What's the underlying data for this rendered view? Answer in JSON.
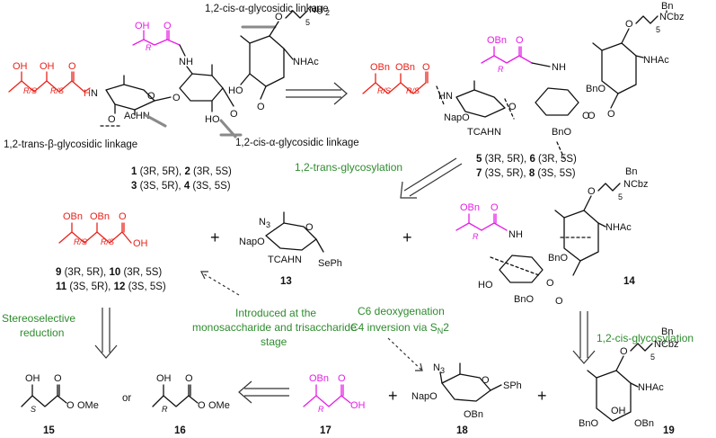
{
  "linkages": {
    "top": "1,2-cis-α-glycosidic linkage",
    "bottom_left": "1,2-trans-β-glycosidic linkage",
    "bottom_right": "1,2-cis-α-glycosidic linkage"
  },
  "atoms": {
    "OH": "OH",
    "NH": "N",
    "H": "H",
    "O": "O",
    "NH2": "NH",
    "two": "2",
    "five": "5",
    "NHAc": "NHAc",
    "AcHN": "AcHN",
    "HO": "HO",
    "OBn": "OBn",
    "BnO": "BnO",
    "Bn": "Bn",
    "NCbz": "NCbz",
    "NapO": "NapO",
    "TCAHN": "TCAHN",
    "N3": "N",
    "three": "3",
    "SePh": "SePh",
    "SPh": "SPh",
    "OMe": "OMe",
    "stereo_RS": "R/S",
    "stereo_R": "R",
    "stereo_S": "S",
    "or": "or",
    "plus": "+"
  },
  "compounds_top_left": {
    "line1": {
      "n1": "1",
      "c1": " (3R, 5R), ",
      "n2": "2",
      "c2": " (3R, 5S)"
    },
    "line2": {
      "n1": "3",
      "c1": " (3S, 5R), ",
      "n2": "4",
      "c2": " (3S, 5S)"
    }
  },
  "compounds_top_right": {
    "line1": {
      "n1": "5",
      "c1": " (3R, 5R), ",
      "n2": "6",
      "c2": " (3R, 5S)"
    },
    "line2": {
      "n1": "7",
      "c1": " (3S, 5R), ",
      "n2": "8",
      "c2": " (3S, 5S)"
    }
  },
  "compounds_mid_left": {
    "line1": {
      "n1": "9",
      "c1": " (3R, 5R), ",
      "n2": "10",
      "c2": " (3R, 5S)"
    },
    "line2": {
      "n1": "11",
      "c1": " (3S, 5R), ",
      "n2": "12",
      "c2": " (3S, 5S)"
    }
  },
  "numbers": {
    "c13": "13",
    "c14": "14",
    "c15": "15",
    "c16": "16",
    "c17": "17",
    "c18": "18",
    "c19": "19"
  },
  "steps": {
    "trans_glycosylation": "1,2-trans-glycosylation",
    "cis_glycosylation": "1,2-cis-glycosylation",
    "stereoselective_line1": "Stereoselective",
    "stereoselective_line2": "reduction",
    "introduced_line1": "Introduced at the",
    "introduced_line2": "monosaccharide and trisaccharide",
    "introduced_line3": "stage",
    "c6_deoxygenation": "C6 deoxygenation",
    "c4_inversion": "C4 inversion via S",
    "c4_inversion_sub": "N",
    "c4_inversion_tail": "2"
  },
  "colors": {
    "red_fragment": "#e8231b",
    "magenta_fragment": "#e61ee6",
    "green_text": "#2e8b2e",
    "gray_bond": "#8a8a8a"
  }
}
